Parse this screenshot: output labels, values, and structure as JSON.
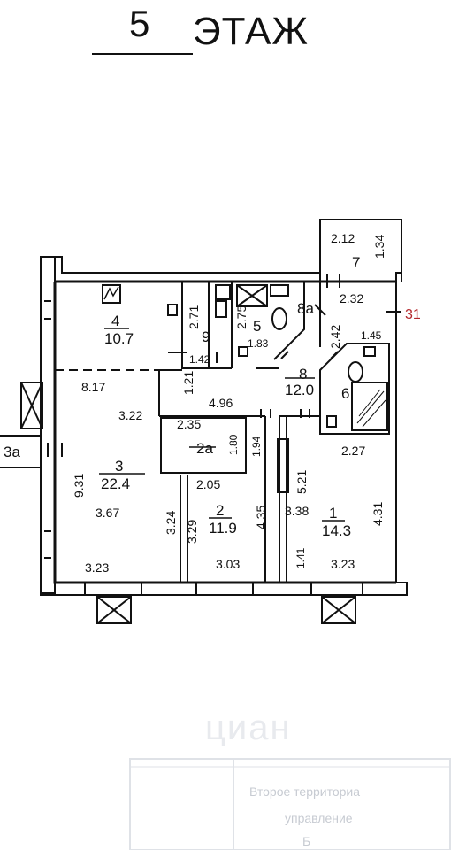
{
  "header": {
    "floor_number": "5",
    "floor_word": "ЭТАЖ"
  },
  "rooms": [
    {
      "id": "1",
      "area": "14.3"
    },
    {
      "id": "2",
      "area": "11.9"
    },
    {
      "id": "2а",
      "area": ""
    },
    {
      "id": "3",
      "area": "22.4"
    },
    {
      "id": "3а",
      "area": ""
    },
    {
      "id": "4",
      "area": "10.7"
    },
    {
      "id": "5",
      "area": "1.83"
    },
    {
      "id": "6",
      "area": ""
    },
    {
      "id": "7",
      "area": ""
    },
    {
      "id": "8",
      "area": "12.0"
    },
    {
      "id": "8а",
      "area": ""
    },
    {
      "id": "9",
      "area": ""
    }
  ],
  "dimensions": [
    "2.12",
    "1.34",
    "2.32",
    "2.71",
    "2.75",
    "1.42",
    "2.42",
    "1.45",
    "8.17",
    "3.22",
    "1.21",
    "4.96",
    "2.35",
    "1.80",
    "1.94",
    "2.27",
    "9.31",
    "3.67",
    "3.24",
    "2.05",
    "3.29",
    "4.35",
    "5.21",
    "3.38",
    "4.31",
    "1.41",
    "3.23",
    "3.03",
    "3.23"
  ],
  "annotations": {
    "marker": "31"
  },
  "watermark": {
    "text": "циан"
  },
  "stamp": {
    "line1": "Второе территориа",
    "line2": "управление",
    "line3": "Б"
  }
}
